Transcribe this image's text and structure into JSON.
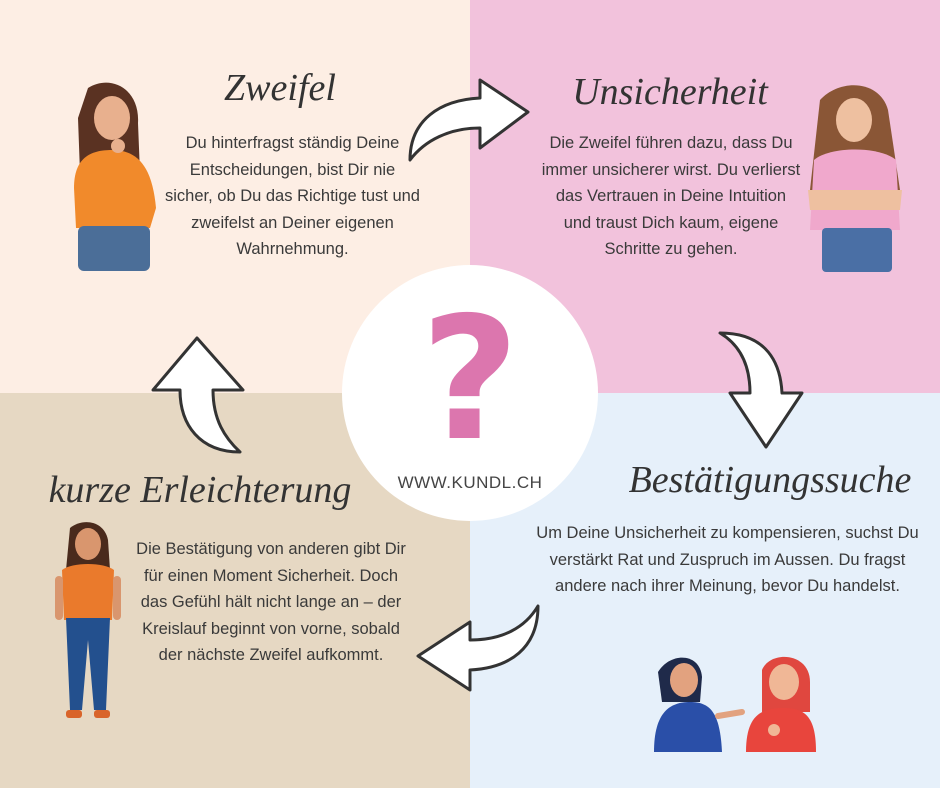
{
  "quadrants": [
    {
      "title": "Zweifel",
      "text": "Du hinterfragst ständig Deine Entscheidungen, bist Dir nie sicher, ob Du das Richtige tust und zweifelst an Deiner eigenen Wahrnehmung.",
      "color": "#fdeee4"
    },
    {
      "title": "Unsicherheit",
      "text": "Die Zweifel führen dazu, dass Du immer unsicherer wirst. Du verlierst das Vertrauen in Deine Intuition und traust Dich kaum, eigene Schritte zu gehen.",
      "color": "#f2c2dc"
    },
    {
      "title": "Bestätigungssuche",
      "text": "Um Deine Unsicherheit zu kompensieren, suchst Du verstärkt Rat und Zuspruch im Aussen. Du fragst andere nach ihrer Meinung, bevor Du handelst.",
      "color": "#e6f0fa"
    },
    {
      "title": "kurze Erleichterung",
      "text": "Die Bestätigung von anderen gibt Dir für einen Moment Sicherheit. Doch das Gefühl hält nicht lange an – der Kreislauf beginnt von vorne, sobald der nächste Zweifel aufkommt.",
      "color": "#e6d8c3"
    }
  ],
  "center": {
    "symbol": "?",
    "url": "WWW.KUNDL.CH",
    "accent": "#dc76ae"
  }
}
